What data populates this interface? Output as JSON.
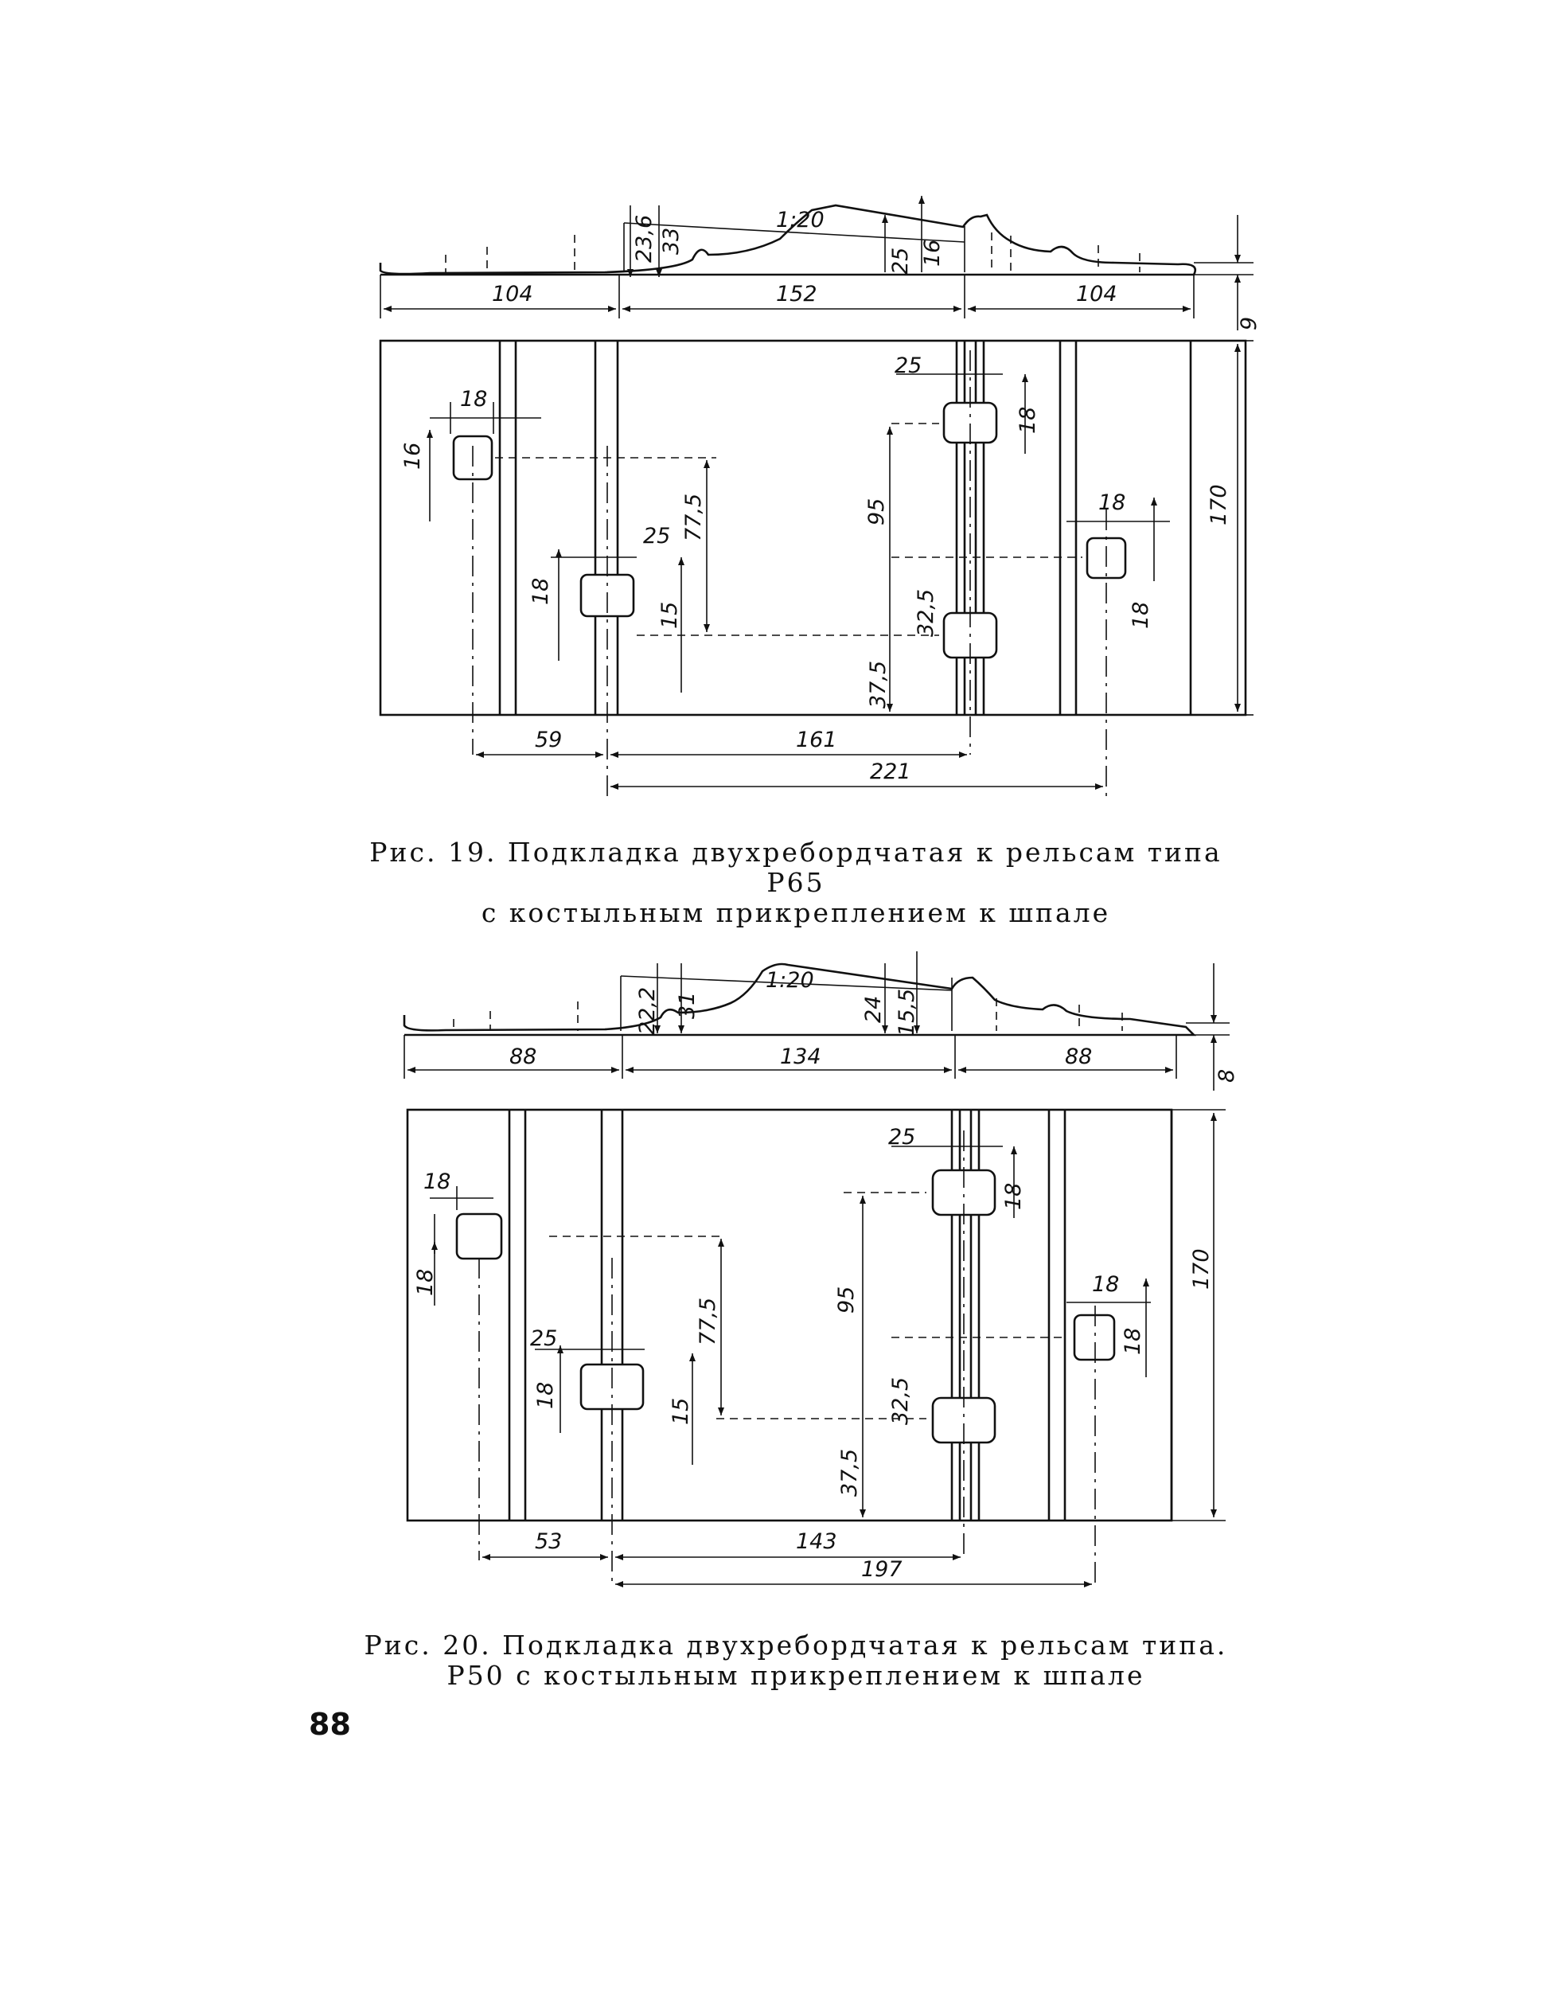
{
  "figure19": {
    "caption_line1": "Рис. 19. Подкладка двухребордчатая к рельсам типа Р65",
    "caption_line2": "с костыльным прикреплением к шпале",
    "slope": "1:20",
    "dims": {
      "d104a": "104",
      "d152": "152",
      "d104b": "104",
      "d9": "9",
      "d236": "23,6",
      "d33": "33",
      "d25v": "25",
      "d16v": "16",
      "d18a": "18",
      "d16": "16",
      "d25a": "25",
      "d775": "77,5",
      "d18b": "18",
      "d15": "15",
      "d25b": "25",
      "d18c": "18",
      "d95": "95",
      "d325": "32,5",
      "d375": "37,5",
      "d18d": "18",
      "d18e": "18",
      "d170": "170",
      "d59": "59",
      "d161": "161",
      "d221": "221"
    }
  },
  "figure20": {
    "caption_line1": "Рис. 20. Подкладка двухребордчатая к рельсам типа.",
    "caption_line2": "Р50 с костыльным прикреплением к шпале",
    "slope": "1:20",
    "dims": {
      "d88a": "88",
      "d134": "134",
      "d88b": "88",
      "d8": "8",
      "d222": "22,2",
      "d31": "31",
      "d24": "24",
      "d155": "15,5",
      "d18a": "18",
      "d18b": "18",
      "d25a": "25",
      "d775": "77,5",
      "d18c": "18",
      "d15": "15",
      "d25b": "25",
      "d18d": "18",
      "d95": "95",
      "d325": "32,5",
      "d375": "37,5",
      "d18e": "18",
      "d18f": "18",
      "d170": "170",
      "d53": "53",
      "d143": "143",
      "d197": "197"
    }
  },
  "page_number": "88"
}
